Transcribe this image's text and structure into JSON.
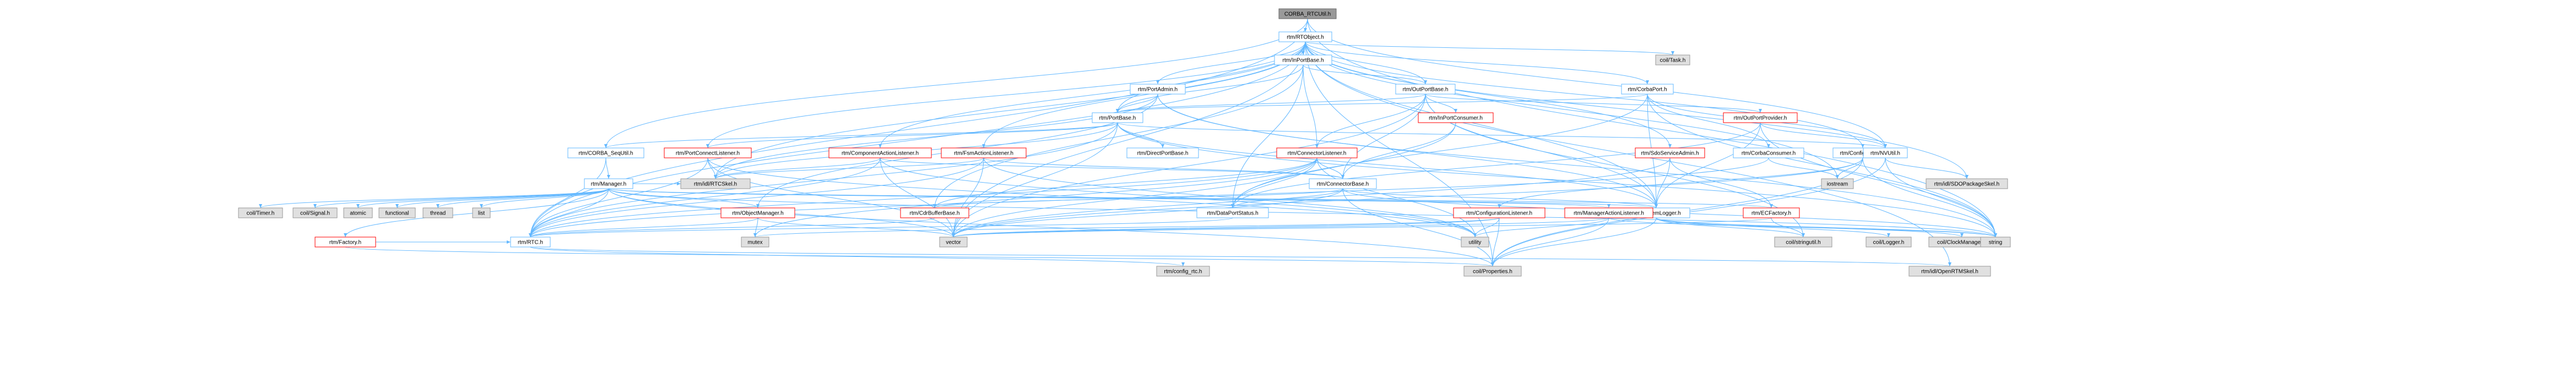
{
  "colors": {
    "root_fill": "#999999",
    "root_stroke": "#666666",
    "internal_fill": "#ffffff",
    "internal_stroke": "#63b8ff",
    "external_fill": "#e0e0e0",
    "external_stroke": "#999999",
    "red_stroke": "#ff0000",
    "edge": "#63b8ff",
    "edge_alt": "#5b7fc1"
  },
  "nodes": [
    {
      "id": "corba_rtcutil",
      "label": "CORBA_RTCUtil.h",
      "kind": "root"
    },
    {
      "id": "rtobject",
      "label": "rtm/RTObject.h",
      "kind": "internal"
    },
    {
      "id": "coretask",
      "label": "coil/Task.h",
      "kind": "external"
    },
    {
      "id": "inportbase",
      "label": "rtm/InPortBase.h",
      "kind": "internal"
    },
    {
      "id": "portadmin",
      "label": "rtm/PortAdmin.h",
      "kind": "internal"
    },
    {
      "id": "outportbase",
      "label": "rtm/OutPortBase.h",
      "kind": "internal"
    },
    {
      "id": "corbaport",
      "label": "rtm/CorbaPort.h",
      "kind": "internal"
    },
    {
      "id": "portbase",
      "label": "rtm/PortBase.h",
      "kind": "internal"
    },
    {
      "id": "inportconsumer",
      "label": "rtm/InPortConsumer.h",
      "kind": "internal",
      "red": true
    },
    {
      "id": "connectorlistener",
      "label": "rtm/ConnectorListener.h",
      "kind": "internal",
      "red": true
    },
    {
      "id": "outportprovider",
      "label": "rtm/OutPortProvider.h",
      "kind": "internal",
      "red": true
    },
    {
      "id": "corbaconsumer",
      "label": "rtm/CorbaConsumer.h",
      "kind": "internal"
    },
    {
      "id": "configadmin",
      "label": "rtm/ConfigAdmin.h",
      "kind": "internal"
    },
    {
      "id": "nvutil",
      "label": "rtm/NVUtil.h",
      "kind": "internal"
    },
    {
      "id": "sdoservicea",
      "label": "rtm/SdoServiceAdmin.h",
      "kind": "internal",
      "red": true
    },
    {
      "id": "corbaseq",
      "label": "rtm/CORBA_SeqUtil.h",
      "kind": "internal"
    },
    {
      "id": "portconnectlistener",
      "label": "rtm/PortConnectListener.h",
      "kind": "internal",
      "red": true
    },
    {
      "id": "complistener",
      "label": "rtm/ComponentActionListener.h",
      "kind": "internal",
      "red": true
    },
    {
      "id": "fsmlistener",
      "label": "rtm/FsmActionListener.h",
      "kind": "internal",
      "red": true
    },
    {
      "id": "directportbase",
      "label": "rtm/DirectPortBase.h",
      "kind": "internal"
    },
    {
      "id": "manager",
      "label": "rtm/Manager.h",
      "kind": "internal"
    },
    {
      "id": "idlrtc",
      "label": "rtm/idl/RTCSkel.h",
      "kind": "external"
    },
    {
      "id": "connectorbase",
      "label": "rtm/ConnectorBase.h",
      "kind": "internal"
    },
    {
      "id": "sdopackage",
      "label": "rtm/idl/SDOPackageSkel.h",
      "kind": "external"
    },
    {
      "id": "iostream",
      "label": "iostream",
      "kind": "external"
    },
    {
      "id": "systemlogger",
      "label": "rtm/SystemLogger.h",
      "kind": "internal"
    },
    {
      "id": "cdrbufferbase",
      "label": "rtm/CdrBufferBase.h",
      "kind": "internal",
      "red": true
    },
    {
      "id": "dataportstatus",
      "label": "rtm/DataPortStatus.h",
      "kind": "internal"
    },
    {
      "id": "objectmanager",
      "label": "rtm/ObjectManager.h",
      "kind": "internal",
      "red": true
    },
    {
      "id": "configurationlistener",
      "label": "rtm/ConfigurationListener.h",
      "kind": "internal",
      "red": true
    },
    {
      "id": "manageractionlistener",
      "label": "rtm/ManagerActionListener.h",
      "kind": "internal",
      "red": true
    },
    {
      "id": "ecfactory",
      "label": "rtm/ECFactory.h",
      "kind": "internal",
      "red": true
    },
    {
      "id": "cointimer",
      "label": "coil/Timer.h",
      "kind": "external"
    },
    {
      "id": "coilsignal",
      "label": "coil/Signal.h",
      "kind": "external"
    },
    {
      "id": "atomic",
      "label": "atomic",
      "kind": "external"
    },
    {
      "id": "functional",
      "label": "functional",
      "kind": "external"
    },
    {
      "id": "thread",
      "label": "thread",
      "kind": "external"
    },
    {
      "id": "list",
      "label": "list",
      "kind": "external"
    },
    {
      "id": "factory",
      "label": "rtm/Factory.h",
      "kind": "internal",
      "red": true
    },
    {
      "id": "rtc",
      "label": "rtm/RTC.h",
      "kind": "internal"
    },
    {
      "id": "mutex",
      "label": "mutex",
      "kind": "external"
    },
    {
      "id": "vector",
      "label": "vector",
      "kind": "external"
    },
    {
      "id": "utility",
      "label": "utility",
      "kind": "external"
    },
    {
      "id": "coilstringutil",
      "label": "coil/stringutil.h",
      "kind": "external"
    },
    {
      "id": "coillogger",
      "label": "coil/Logger.h",
      "kind": "external"
    },
    {
      "id": "coilclock",
      "label": "coil/ClockManager.h",
      "kind": "external"
    },
    {
      "id": "string",
      "label": "string",
      "kind": "external"
    },
    {
      "id": "configrtc",
      "label": "rtm/config_rtc.h",
      "kind": "external"
    },
    {
      "id": "coilproperties",
      "label": "coil/Properties.h",
      "kind": "external"
    },
    {
      "id": "openrtm",
      "label": "rtm/idl/OpenRTMSkel.h",
      "kind": "external"
    }
  ],
  "edges": [
    [
      "corba_rtcutil",
      "rtobject"
    ],
    [
      "corba_rtcutil",
      "corbaseq"
    ],
    [
      "corba_rtcutil",
      "nvutil"
    ],
    [
      "corba_rtcutil",
      "rtc"
    ],
    [
      "corba_rtcutil",
      "string"
    ],
    [
      "rtobject",
      "coretask"
    ],
    [
      "rtobject",
      "inportbase"
    ],
    [
      "rtobject",
      "portadmin"
    ],
    [
      "rtobject",
      "outportbase"
    ],
    [
      "rtobject",
      "corbaport"
    ],
    [
      "rtobject",
      "portbase"
    ],
    [
      "rtobject",
      "configadmin"
    ],
    [
      "rtobject",
      "sdoservicea"
    ],
    [
      "rtobject",
      "portconnectlistener"
    ],
    [
      "rtobject",
      "complistener"
    ],
    [
      "rtobject",
      "fsmlistener"
    ],
    [
      "rtobject",
      "idlrtc"
    ],
    [
      "rtobject",
      "systemlogger"
    ],
    [
      "rtobject",
      "rtc"
    ],
    [
      "rtobject",
      "coilproperties"
    ],
    [
      "rtobject",
      "openrtm"
    ],
    [
      "rtobject",
      "sdopackage"
    ],
    [
      "rtobject",
      "vector"
    ],
    [
      "rtobject",
      "iostream"
    ],
    [
      "inportbase",
      "portbase"
    ],
    [
      "inportbase",
      "outportbase"
    ],
    [
      "inportbase",
      "connectorlistener"
    ],
    [
      "inportbase",
      "dataportstatus"
    ],
    [
      "inportbase",
      "cdrbufferbase"
    ],
    [
      "portadmin",
      "portbase"
    ],
    [
      "portadmin",
      "objectmanager"
    ],
    [
      "portadmin",
      "idlrtc"
    ],
    [
      "portadmin",
      "systemlogger"
    ],
    [
      "portadmin",
      "string"
    ],
    [
      "outportbase",
      "portbase"
    ],
    [
      "outportbase",
      "inportconsumer"
    ],
    [
      "outportbase",
      "outportprovider"
    ],
    [
      "outportbase",
      "connectorlistener"
    ],
    [
      "outportbase",
      "connectorbase"
    ],
    [
      "outportbase",
      "systemlogger"
    ],
    [
      "outportbase",
      "coilstringutil"
    ],
    [
      "outportbase",
      "vector"
    ],
    [
      "corbaport",
      "portbase"
    ],
    [
      "corbaport",
      "corbaconsumer"
    ],
    [
      "corbaport",
      "nvutil"
    ],
    [
      "corbaport",
      "systemlogger"
    ],
    [
      "corbaport",
      "dataportstatus"
    ],
    [
      "corbaport",
      "string"
    ],
    [
      "portbase",
      "corbaseq"
    ],
    [
      "portbase",
      "idlrtc"
    ],
    [
      "portbase",
      "directportbase"
    ],
    [
      "portbase",
      "nvutil"
    ],
    [
      "portbase",
      "portconnectlistener"
    ],
    [
      "portbase",
      "systemlogger"
    ],
    [
      "portbase",
      "rtc"
    ],
    [
      "portbase",
      "string"
    ],
    [
      "portbase",
      "vector"
    ],
    [
      "inportconsumer",
      "dataportstatus"
    ],
    [
      "inportconsumer",
      "connectorbase"
    ],
    [
      "connectorlistener",
      "connectorbase"
    ],
    [
      "connectorlistener",
      "dataportstatus"
    ],
    [
      "connectorlistener",
      "cdrbufferbase"
    ],
    [
      "connectorlistener",
      "rtc"
    ],
    [
      "connectorlistener",
      "mutex"
    ],
    [
      "connectorlistener",
      "vector"
    ],
    [
      "connectorlistener",
      "utility"
    ],
    [
      "outportprovider",
      "nvutil"
    ],
    [
      "outportprovider",
      "systemlogger"
    ],
    [
      "outportprovider",
      "dataportstatus"
    ],
    [
      "outportprovider",
      "string"
    ],
    [
      "corbaconsumer",
      "iostream"
    ],
    [
      "corbaconsumer",
      "rtc"
    ],
    [
      "configadmin",
      "coilproperties"
    ],
    [
      "configadmin",
      "configurationlistener"
    ],
    [
      "configadmin",
      "string"
    ],
    [
      "configadmin",
      "vector"
    ],
    [
      "configadmin",
      "iostream"
    ],
    [
      "nvutil",
      "sdopackage"
    ],
    [
      "nvutil",
      "coilproperties"
    ],
    [
      "nvutil",
      "string"
    ],
    [
      "sdoservicea",
      "systemlogger"
    ],
    [
      "sdoservicea",
      "ecfactory"
    ],
    [
      "sdoservicea",
      "vector"
    ],
    [
      "corbaseq",
      "manager"
    ],
    [
      "corbaseq",
      "rtc"
    ],
    [
      "portconnectlistener",
      "idlrtc"
    ],
    [
      "portconnectlistener",
      "rtc"
    ],
    [
      "portconnectlistener",
      "vector"
    ],
    [
      "portconnectlistener",
      "utility"
    ],
    [
      "complistener",
      "idlrtc"
    ],
    [
      "complistener",
      "connectorbase"
    ],
    [
      "complistener",
      "rtc"
    ],
    [
      "complistener",
      "vector"
    ],
    [
      "complistener",
      "utility"
    ],
    [
      "fsmlistener",
      "idlrtc"
    ],
    [
      "fsmlistener",
      "connectorbase"
    ],
    [
      "fsmlistener",
      "rtc"
    ],
    [
      "fsmlistener",
      "vector"
    ],
    [
      "fsmlistener",
      "utility"
    ],
    [
      "manager",
      "cointimer"
    ],
    [
      "manager",
      "coilsignal"
    ],
    [
      "manager",
      "atomic"
    ],
    [
      "manager",
      "functional"
    ],
    [
      "manager",
      "thread"
    ],
    [
      "manager",
      "list"
    ],
    [
      "manager",
      "factory"
    ],
    [
      "manager",
      "objectmanager"
    ],
    [
      "manager",
      "systemlogger"
    ],
    [
      "manager",
      "manageractionlistener"
    ],
    [
      "manager",
      "ecfactory"
    ],
    [
      "manager",
      "rtc"
    ],
    [
      "manager",
      "idlrtc"
    ],
    [
      "manager",
      "vector"
    ],
    [
      "manager",
      "string"
    ],
    [
      "manager",
      "coilproperties"
    ],
    [
      "connectorbase",
      "systemlogger"
    ],
    [
      "connectorbase",
      "dataportstatus"
    ],
    [
      "connectorbase",
      "cdrbufferbase"
    ],
    [
      "connectorbase",
      "coilproperties"
    ],
    [
      "connectorbase",
      "string"
    ],
    [
      "connectorbase",
      "vector"
    ],
    [
      "systemlogger",
      "coillogger"
    ],
    [
      "systemlogger",
      "coilclock"
    ],
    [
      "systemlogger",
      "coilstringutil"
    ],
    [
      "systemlogger",
      "string"
    ],
    [
      "systemlogger",
      "coilproperties"
    ],
    [
      "cdrbufferbase",
      "rtc"
    ],
    [
      "objectmanager",
      "vector"
    ],
    [
      "objectmanager",
      "mutex"
    ],
    [
      "objectmanager",
      "rtc"
    ],
    [
      "configurationlistener",
      "coilproperties"
    ],
    [
      "configurationlistener",
      "vector"
    ],
    [
      "configurationlistener",
      "utility"
    ],
    [
      "configurationlistener",
      "mutex"
    ],
    [
      "manageractionlistener",
      "coilproperties"
    ],
    [
      "manageractionlistener",
      "vector"
    ],
    [
      "manageractionlistener",
      "utility"
    ],
    [
      "manageractionlistener",
      "string"
    ],
    [
      "ecfactory",
      "coilstringutil"
    ],
    [
      "ecfactory",
      "vector"
    ],
    [
      "factory",
      "coilproperties"
    ],
    [
      "factory",
      "rtc"
    ],
    [
      "rtc",
      "configrtc"
    ],
    [
      "rtc",
      "openrtm"
    ],
    [
      "dataportstatus",
      "rtc"
    ]
  ]
}
